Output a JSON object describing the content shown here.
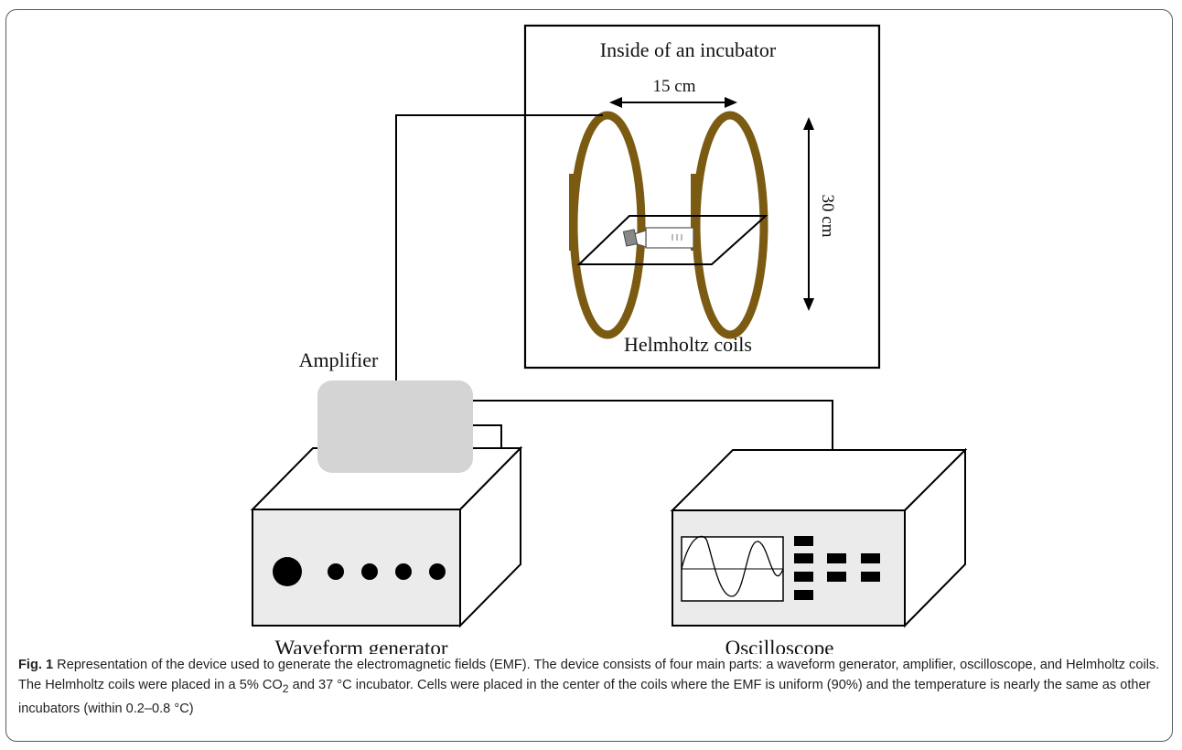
{
  "labels": {
    "incubator": "Inside of an incubator",
    "coil_spacing": "15 cm",
    "coil_diameter": "30 cm",
    "coils": "Helmholtz coils",
    "amplifier": "Amplifier",
    "waveform_generator": "Waveform generator",
    "oscilloscope": "Oscilloscope"
  },
  "caption": {
    "fig_label": "Fig. 1",
    "text_before_sub": " Representation of the device used to generate the electromagnetic fields (EMF). The device consists of four main parts: a waveform generator, amplifier, oscilloscope, and Helmholtz coils. The Helmholtz coils were placed in a 5% CO",
    "subscript": "2",
    "text_after_sub": " and 37 °C incubator. Cells were placed in the center of the coils where the EMF is uniform (90%) and the temperature is nearly the same as other incubators (within 0.2–0.8 °C)"
  },
  "colors": {
    "coil": "#7b5a12",
    "amplifier": "#d4d4d4",
    "device_face": "#ebebeb",
    "line": "#000000"
  }
}
